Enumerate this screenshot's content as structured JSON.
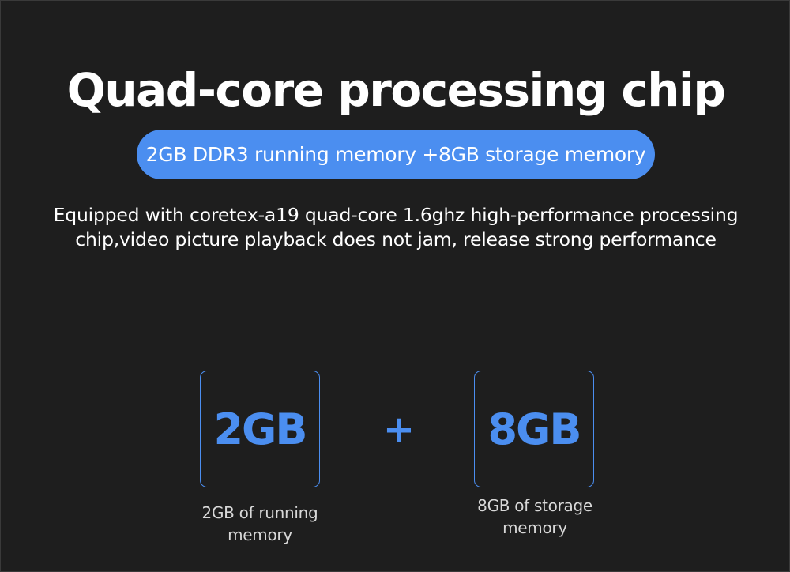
{
  "headline": "Quad-core processing chip",
  "banner": "2GB DDR3 running memory +8GB storage memory",
  "description": {
    "line1": "Equipped with coretex-a19 quad-core 1.6ghz high-performance processing",
    "line2": "chip,video picture playback does not jam, release strong performance"
  },
  "specs": {
    "ram": {
      "value": "2GB",
      "caption_line1": "2GB of running",
      "caption_line2": "memory"
    },
    "operator": "+",
    "storage": {
      "value": "8GB",
      "caption_line1": "8GB of storage",
      "caption_line2": "memory"
    }
  },
  "colors": {
    "background": "#1e1e1e",
    "accent": "#4b8ef0",
    "text": "#ffffff"
  }
}
